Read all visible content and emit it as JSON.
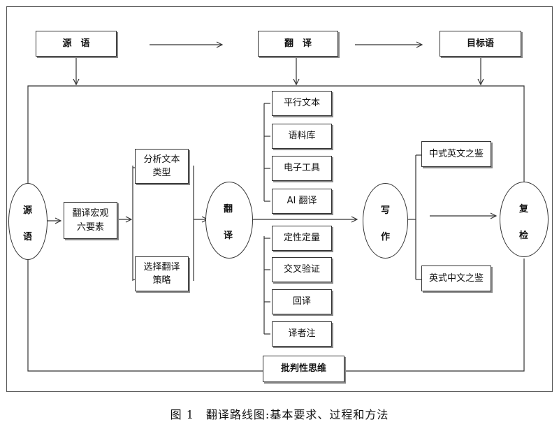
{
  "top_row": {
    "source": "源　语",
    "translate": "翻　译",
    "target": "目标语"
  },
  "left": {
    "source_chars": [
      "源",
      "语"
    ],
    "macro_box": "翻译宏观\n六要素",
    "analyze_box": "分析文本\n类型",
    "strategy_box": "选择翻译\n策略"
  },
  "center": {
    "translate_chars": [
      "翻",
      "译"
    ],
    "tools": [
      "平行文本",
      "语料库",
      "电子工具",
      "AI 翻译"
    ],
    "methods": [
      "定性定量",
      "交叉验证",
      "回译",
      "译者注"
    ]
  },
  "right": {
    "write_chars": [
      "写",
      "作"
    ],
    "cn_en_box": "中式英文之鉴",
    "en_cn_box": "英式中文之鉴",
    "review_chars": [
      "复",
      "检"
    ]
  },
  "bottom_box": "批判性思维",
  "caption": "图 1　翻译路线图:基本要求、过程和方法"
}
